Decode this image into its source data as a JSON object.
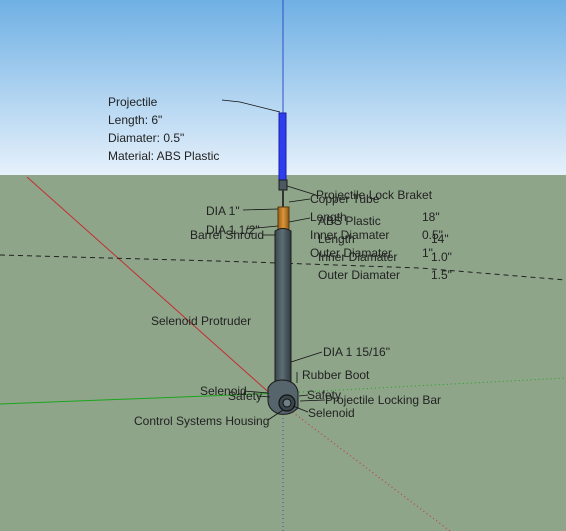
{
  "colors": {
    "sky_top": "#6fb0e4",
    "sky_bottom": "#e6f1fb",
    "ground": "#8ea58a",
    "projectile": "#2f3df0",
    "barrel": "#4a5a60",
    "copper": "#c9862a",
    "axis_red": "#c23030",
    "axis_green": "#1aa51a",
    "axis_blue": "#3050c8"
  },
  "labels": {
    "projectile_title": "Projectile",
    "projectile_length": "Length: 6\"",
    "projectile_diameter": "Diamater: 0.5\"",
    "projectile_material": "Material: ABS Plastic",
    "lock_braket": "Projectile Lock Braket",
    "copper_tube": "Copper Tube",
    "dia_1": "DIA 1\"",
    "abs_plastic": "ABS Plastic",
    "length_1": "Length",
    "length_1_val": "18\"",
    "dia_1_1_2": "DIA 1 1/2\"",
    "barrel_shroud": "Barrel Shroud",
    "inner_diamater_1": "Inner Diamater",
    "inner_diamater_1_val": "0.5\"",
    "length_2": "Length",
    "length_2_val": "14\"",
    "outer_diamater_1": "Outer Diamater",
    "outer_diamater_1_val": "1\"",
    "inner_diamater_2": "Inner Diamater",
    "inner_diamater_2_val": "1.0\"",
    "outer_diamater_2": "Outer Diamater",
    "outer_diamater_2_val": "1.5\"",
    "selenoid_protruder": "Selenoid Protruder",
    "dia_1_15_16": "DIA 1 15/16\"",
    "rubber_boot": "Rubber Boot",
    "selenoid_left": "Selenoid",
    "safety_left": "Safety",
    "safety_right": "Safety",
    "projectile_locking_bar": "Projectile Locking Bar",
    "control_systems_housing": "Control Systems Housing",
    "selenoid_right": "Selenoid"
  }
}
